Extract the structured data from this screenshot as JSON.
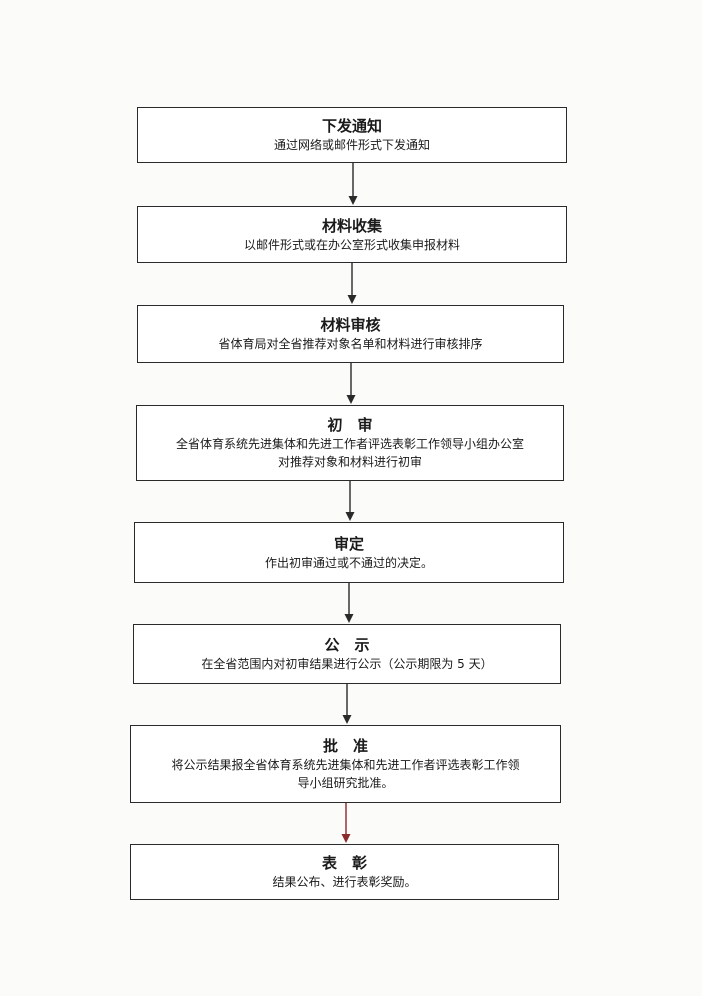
{
  "steps": [
    {
      "title": "下发通知",
      "desc": "通过网络或邮件形式下发通知"
    },
    {
      "title": "材料收集",
      "desc": "以邮件形式或在办公室形式收集申报材料"
    },
    {
      "title": "材料审核",
      "desc": "省体育局对全省推荐对象名单和材料进行审核排序"
    },
    {
      "title": "初　审",
      "desc_lines": [
        "全省体育系统先进集体和先进工作者评选表彰工作领导小组办公室",
        "对推荐对象和材料进行初审"
      ]
    },
    {
      "title": "审定",
      "desc": "作出初审通过或不通过的决定。"
    },
    {
      "title": "公　示",
      "desc": "在全省范围内对初审结果进行公示（公示期限为 5 天）"
    },
    {
      "title": "批　准",
      "desc_lines": [
        "将公示结果报全省体育系统先进集体和先进工作者评选表彰工作领",
        "导小组研究批准。"
      ]
    },
    {
      "title": "表　彰",
      "desc": "结果公布、进行表彰奖励。"
    }
  ],
  "colors": {
    "border": "#2a2a2a",
    "arrow": "#2a2a2a",
    "last_arrow": "#8a2a2a"
  }
}
